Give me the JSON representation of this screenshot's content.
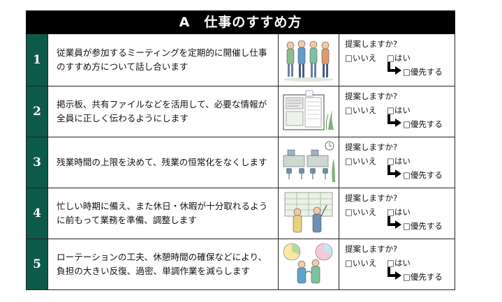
{
  "title": "A　仕事のすすめ方",
  "rows": [
    {
      "number": "1",
      "text": "従業員が参加するミーティングを定期的に開催し仕事のすすめ方について話し合います",
      "illustration": "meeting-group-icon"
    },
    {
      "number": "2",
      "text": "掲示板、共有ファイルなどを活用して、必要な情報が全員に正しく伝わるようにします",
      "illustration": "bulletin-board-icon"
    },
    {
      "number": "3",
      "text": "残業時間の上限を決めて、残業の恒常化をなくします",
      "illustration": "empty-office-icon"
    },
    {
      "number": "4",
      "text": "忙しい時期に備え、また休日・休暇が十分取れるように前もって業務を準備、調整します",
      "illustration": "schedule-planning-icon"
    },
    {
      "number": "5",
      "text": "ローテーションの工夫、休憩時間の確保などにより、負担の大きい反復、過密、単調作業を減らします",
      "illustration": "workers-rotation-icon"
    }
  ],
  "answer": {
    "question": "提案しますか?",
    "no": "□いいえ",
    "yes": "□はい",
    "priority": "□優先する"
  },
  "colors": {
    "number_bg": "#0e5a4a",
    "title_bg": "#000000"
  }
}
